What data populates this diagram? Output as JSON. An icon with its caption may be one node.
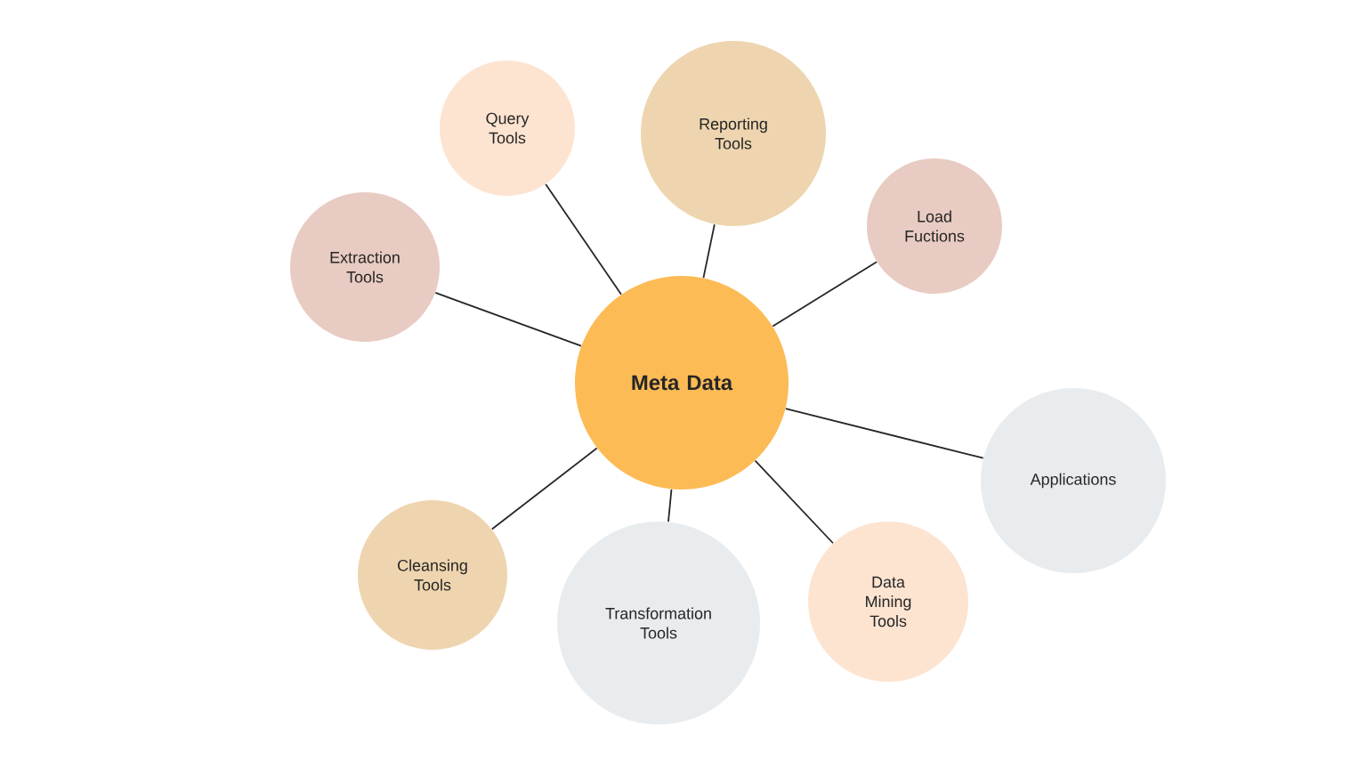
{
  "diagram": {
    "nodes": [
      {
        "text": [
          "Meta Data"
        ]
      },
      {
        "text": [
          "Query Tools"
        ]
      },
      {
        "text": [
          "Reporting Tools"
        ]
      },
      {
        "text": [
          "Load Fuctions"
        ]
      },
      {
        "text": [
          "Extraction Tools"
        ]
      },
      {
        "text": [
          "Applications"
        ]
      },
      {
        "text": [
          "Cleansing Tools"
        ]
      },
      {
        "text": [
          "Transformation Tools"
        ]
      },
      {
        "text": [
          "Data Mining Tools"
        ]
      }
    ],
    "edges": [
      {
        "from": 0,
        "to": 1,
        "arrow": "none"
      },
      {
        "from": 0,
        "to": 2,
        "arrow": "none"
      },
      {
        "from": 0,
        "to": 3,
        "arrow": "none"
      },
      {
        "from": 0,
        "to": 4,
        "arrow": "none"
      },
      {
        "from": 0,
        "to": 5,
        "arrow": "none"
      },
      {
        "from": 0,
        "to": 6,
        "arrow": "none"
      },
      {
        "from": 0,
        "to": 7,
        "arrow": "none"
      },
      {
        "from": 0,
        "to": 8,
        "arrow": "none"
      }
    ]
  }
}
